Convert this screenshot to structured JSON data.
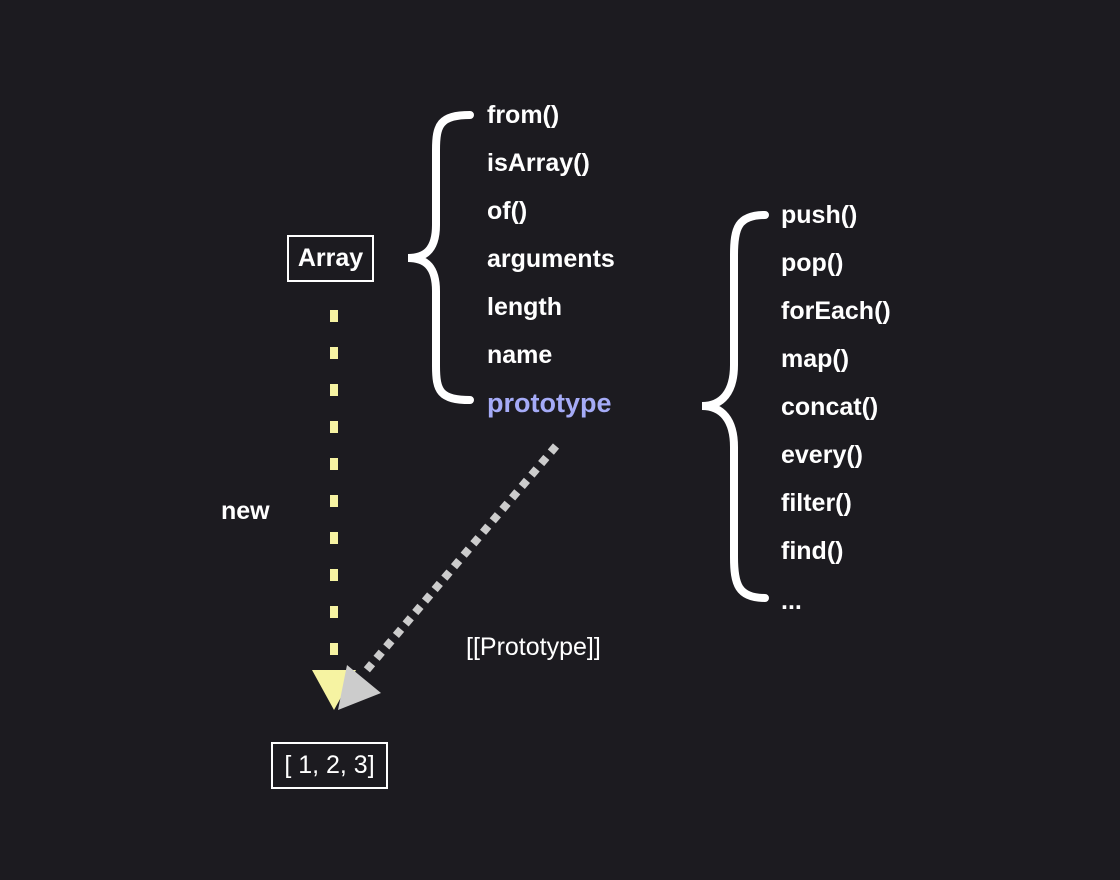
{
  "constructor_label": "Array",
  "instance_label": "[ 1, 2, 3]",
  "new_label": "new",
  "prototype_link_label": "[[Prototype]]",
  "static_members": [
    "from()",
    "isArray()",
    "of()",
    "arguments",
    "length",
    "name",
    "prototype"
  ],
  "prototype_methods": [
    "push()",
    "pop()",
    "forEach()",
    "map()",
    "concat()",
    "every()",
    "filter()",
    "find()",
    "..."
  ],
  "colors": {
    "background": "#1c1b20",
    "highlight": "#a5abf7",
    "new_arrow": "#f6f3a2",
    "proto_arrow": "#cccccc"
  }
}
